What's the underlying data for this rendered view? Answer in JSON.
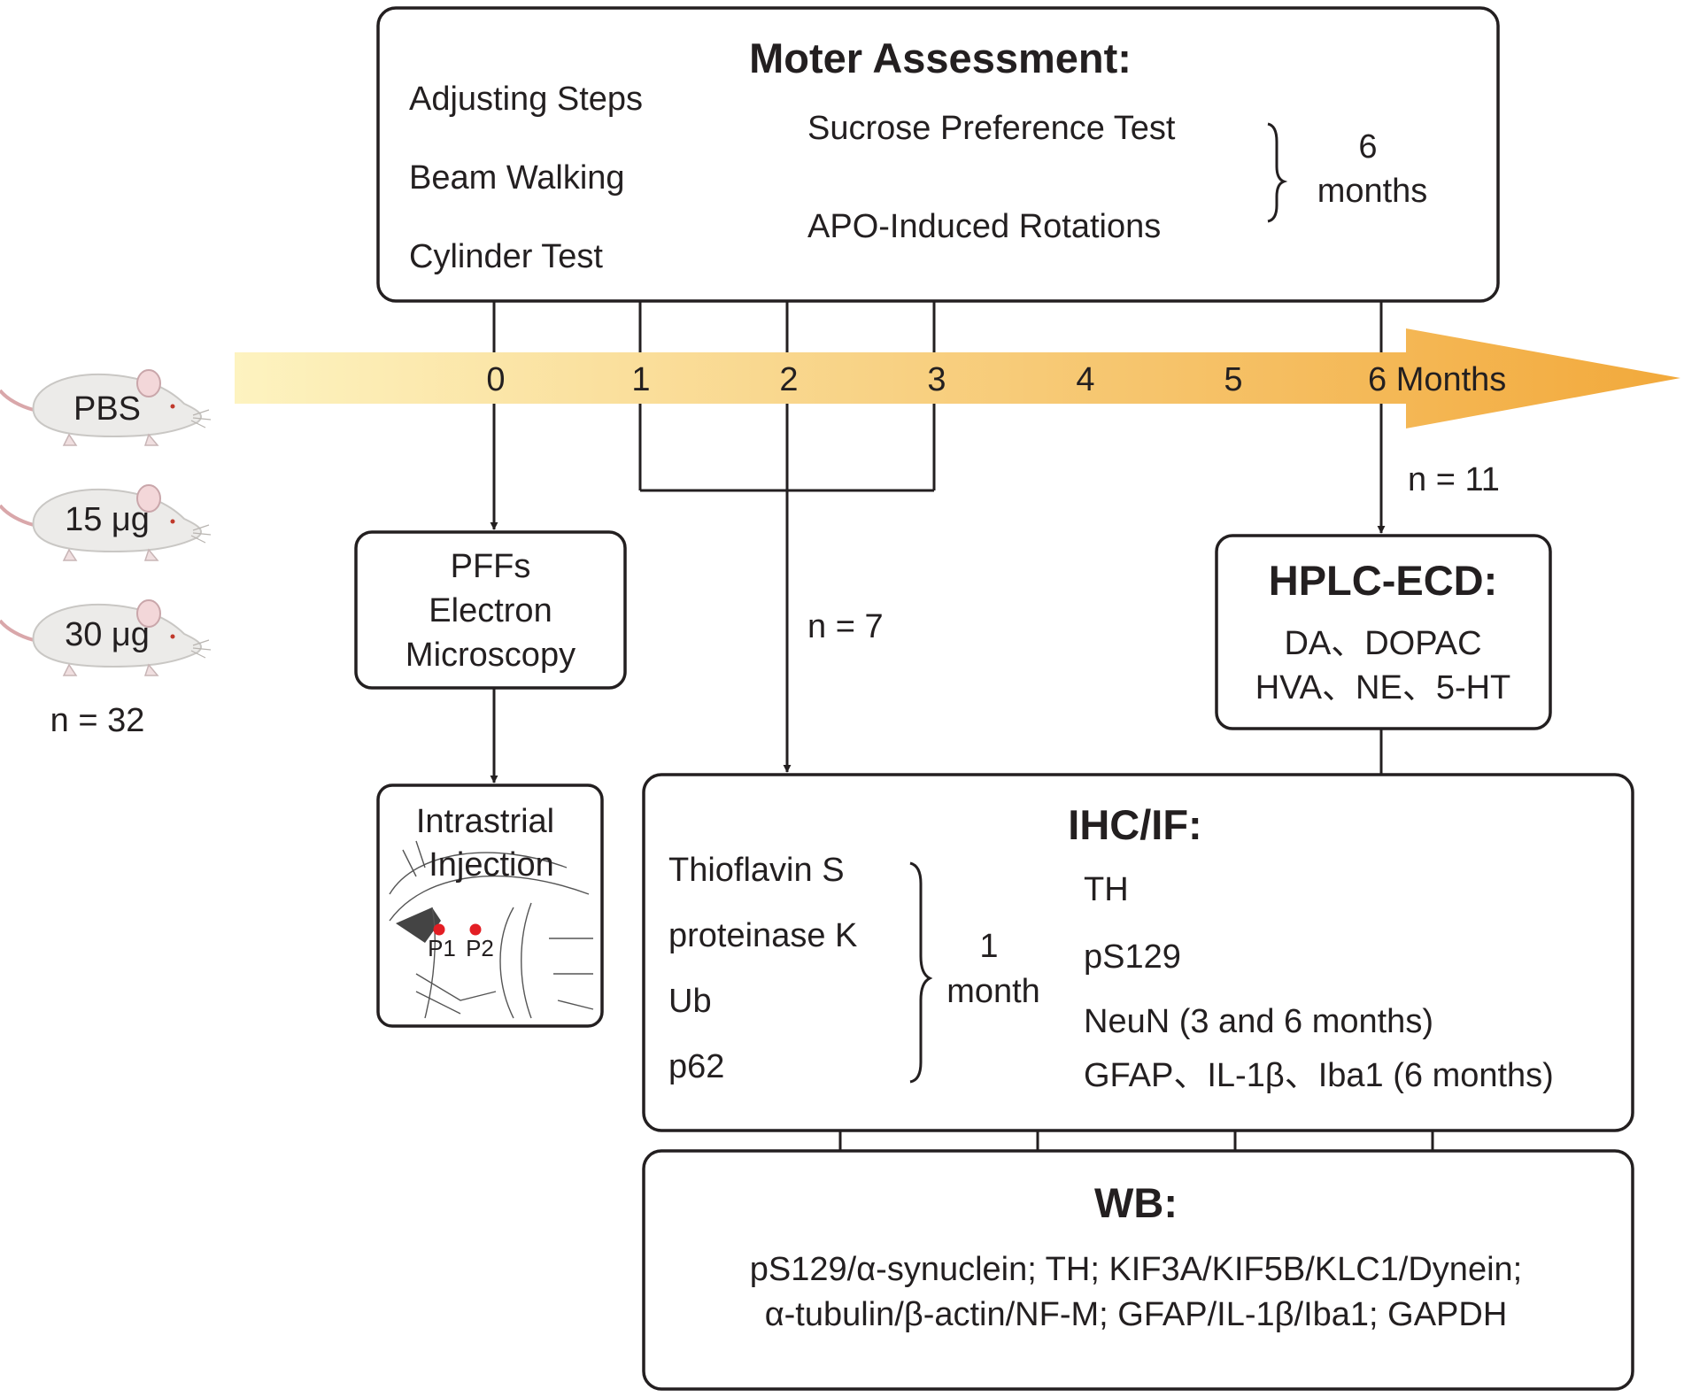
{
  "motor": {
    "title": "Moter Assessment:",
    "left_items": [
      "Adjusting Steps",
      "Beam Walking",
      "Cylinder Test"
    ],
    "right_items": [
      "Sucrose Preference Test",
      "APO-Induced Rotations"
    ],
    "right_note_line1": "6",
    "right_note_line2": "months"
  },
  "timeline": {
    "ticks": [
      "0",
      "1",
      "2",
      "3",
      "4",
      "5",
      "6 Months"
    ],
    "gradient_start": "#fdf3c0",
    "gradient_end": "#f2a93b"
  },
  "groups": {
    "labels": [
      "PBS",
      "15 μg",
      "30 μg"
    ],
    "n_label": "n = 32"
  },
  "pffs": {
    "lines": [
      "PFFs",
      "Electron",
      "Microscopy"
    ]
  },
  "injection": {
    "lines": [
      "Intrastrial",
      "Injection"
    ],
    "points": [
      "P1",
      "P2"
    ],
    "point_color": "#e31e24"
  },
  "n_ihc": "n = 7",
  "n_hplc": "n = 11",
  "hplc": {
    "title": "HPLC-ECD:",
    "line1": "DA、DOPAC",
    "line2": "HVA、NE、5-HT"
  },
  "ihc": {
    "title": "IHC/IF:",
    "left_items": [
      "Thioflavin S",
      "proteinase K",
      "Ub",
      "p62"
    ],
    "brace_note_line1": "1",
    "brace_note_line2": "month",
    "right_items": [
      "TH",
      "pS129",
      "NeuN (3 and 6 months)",
      "GFAP、IL-1β、Iba1 (6 months)"
    ]
  },
  "wb": {
    "title": "WB:",
    "line1": "pS129/α-synuclein; TH; KIF3A/KIF5B/KLC1/Dynein;",
    "line2": "α-tubulin/β-actin/NF-M; GFAP/IL-1β/Iba1; GAPDH"
  }
}
